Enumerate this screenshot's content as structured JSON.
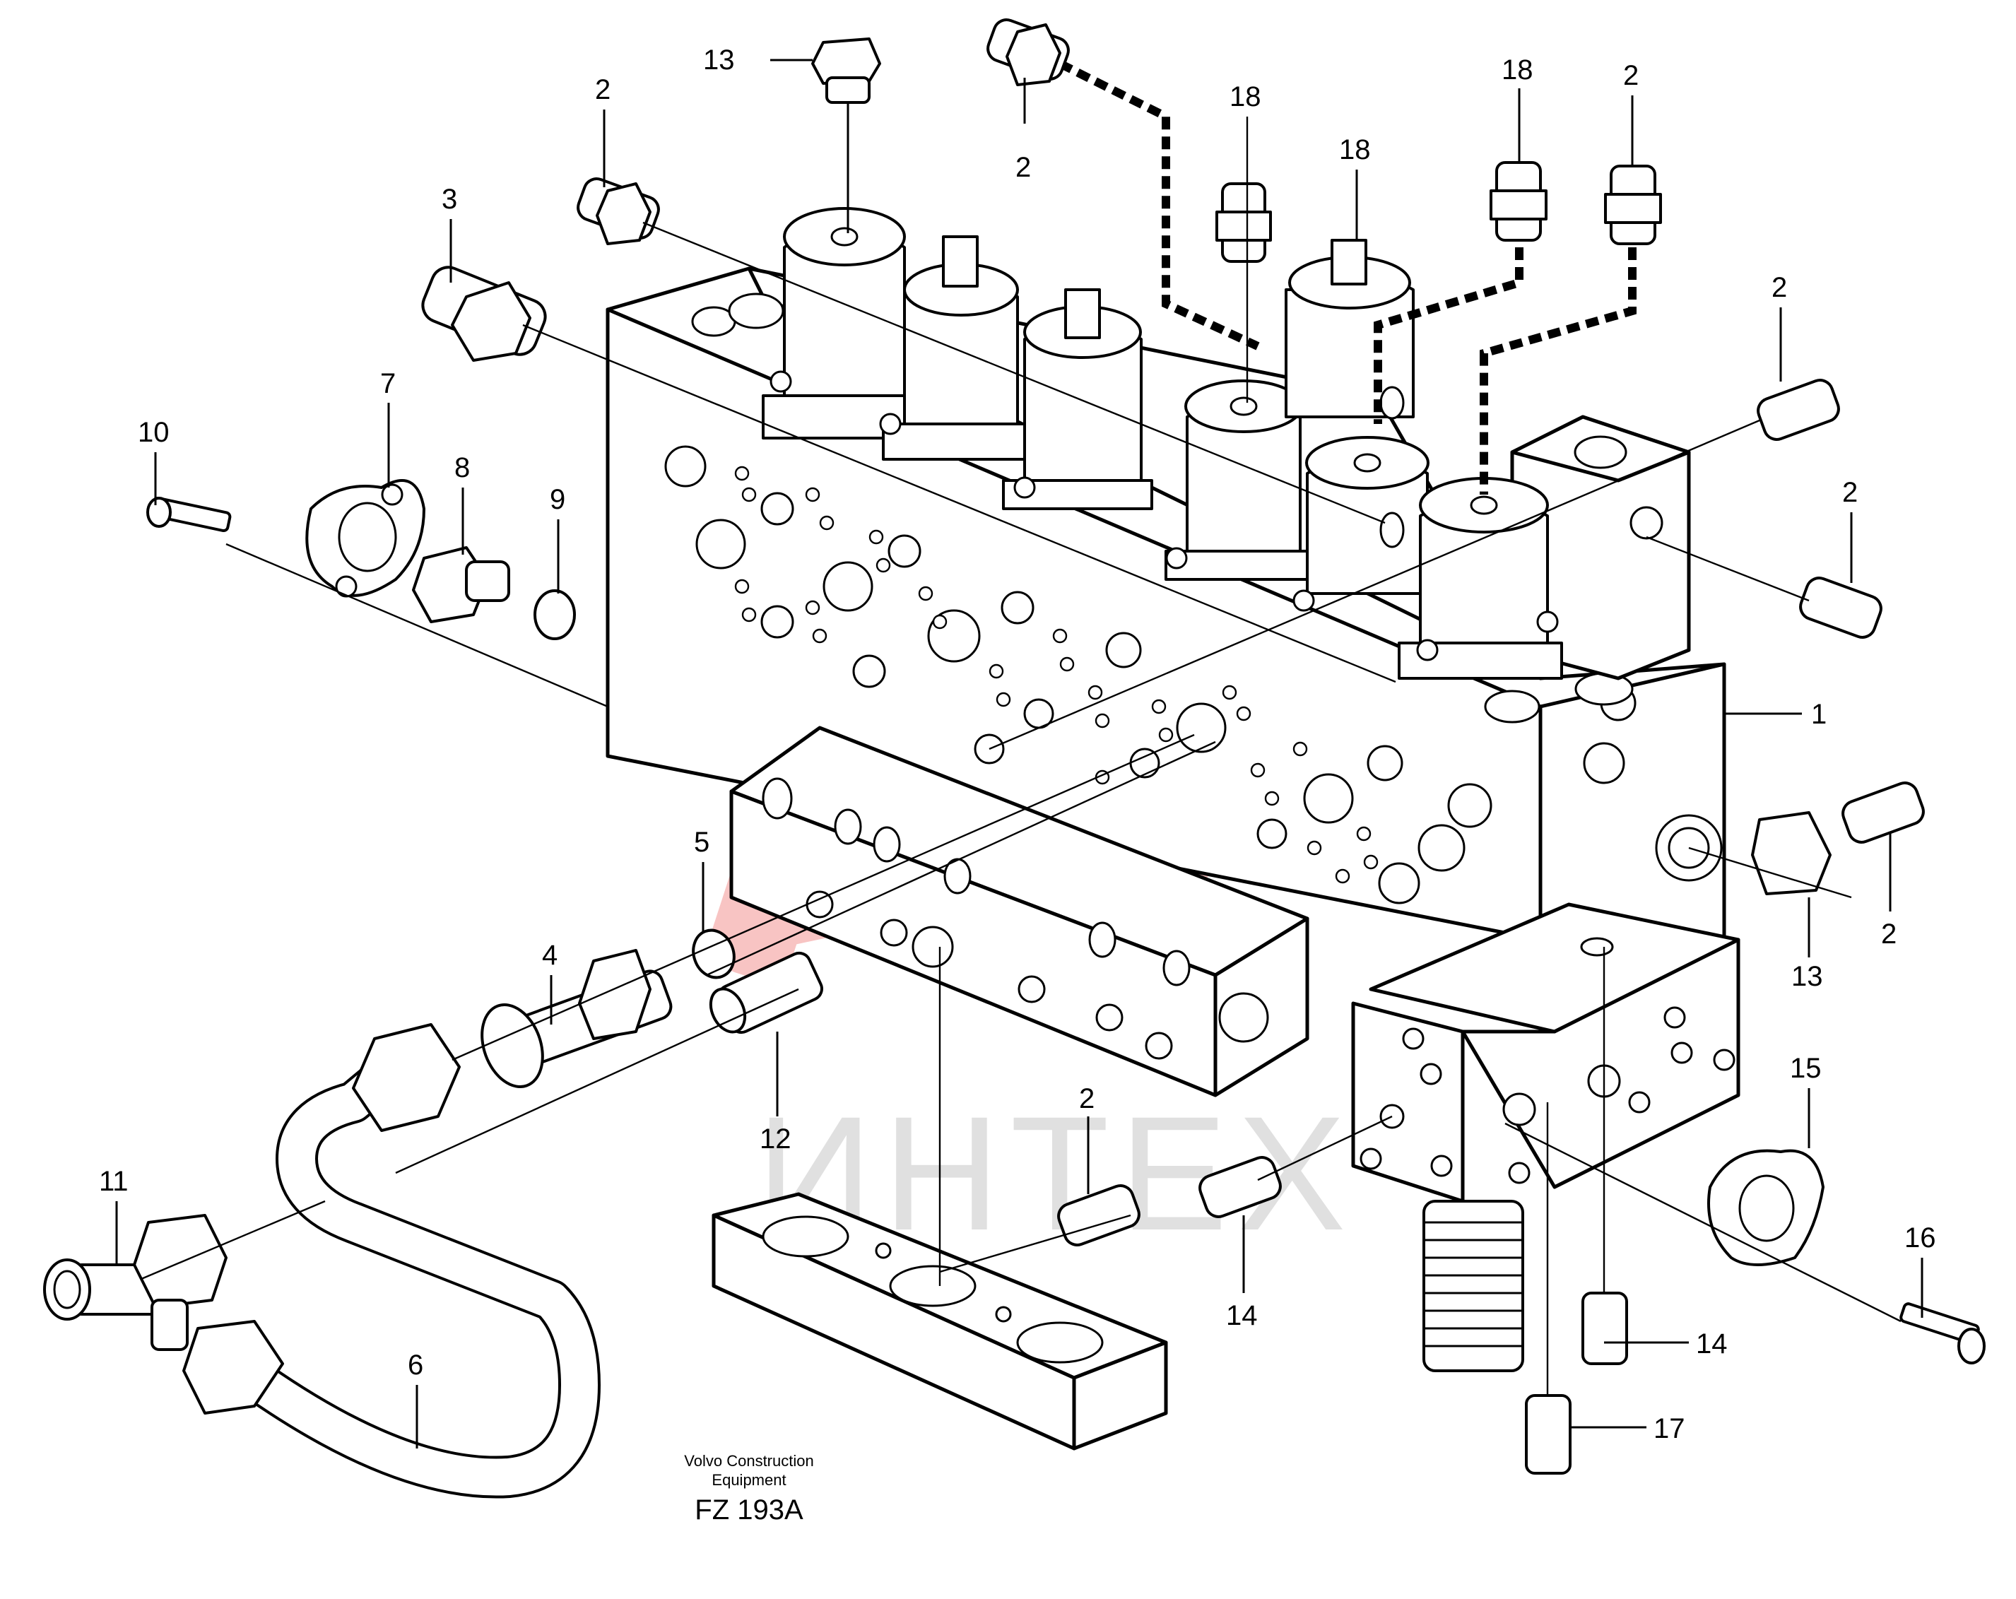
{
  "callouts": {
    "c1": "1",
    "c2": "2",
    "c3": "3",
    "c4": "4",
    "c5": "5",
    "c6": "6",
    "c7": "7",
    "c8": "8",
    "c9": "9",
    "c10": "10",
    "c11": "11",
    "c12": "12",
    "c13": "13",
    "c14": "14",
    "c15": "15",
    "c16": "16",
    "c17": "17",
    "c18": "18"
  },
  "footer": {
    "brand_line1": "Volvo Construction",
    "brand_line2": "Equipment",
    "figure_code": "FZ 193A"
  },
  "watermark": {
    "text": "ИНТЕХ",
    "logo_color": "#e8302a",
    "text_color": "#c8c8c8"
  }
}
